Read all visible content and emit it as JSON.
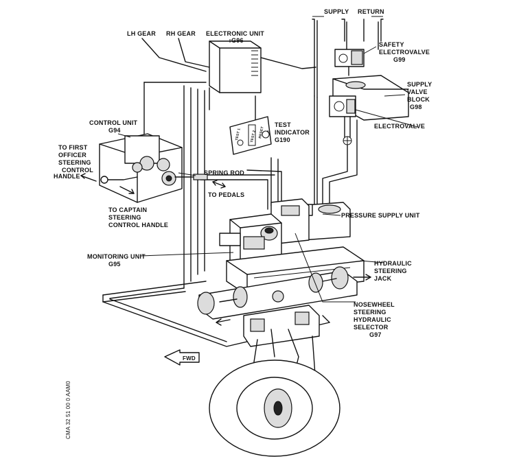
{
  "labels": {
    "supply": "SUPPLY",
    "return": "RETURN",
    "lh_gear": "LH GEAR",
    "rh_gear": "RH GEAR",
    "electronic_unit": "ELECTRONIC UNIT",
    "electronic_unit_id": "G96",
    "safety_1": "SAFETY",
    "safety_2": "ELECTROVALVE",
    "safety_id": "G99",
    "supply_block_1": "SUPPLY",
    "supply_block_2": "VALVE",
    "supply_block_3": "BLOCK",
    "supply_block_id": "G98",
    "electrovalve": "ELECTROVALVE",
    "control_unit": "CONTROL UNIT",
    "control_unit_id": "G94",
    "test_indicator_1": "TEST",
    "test_indicator_2": "INDICATOR",
    "test_indicator_id": "G190",
    "first_officer_1": "TO FIRST",
    "first_officer_2": "OFFICER",
    "first_officer_3": "STEERING",
    "first_officer_4": "CONTROL",
    "first_officer_5": "HANDLE",
    "spring_rod": "SPRING ROD",
    "to_pedals": "TO PEDALS",
    "captain_1": "TO CAPTAIN",
    "captain_2": "STEERING",
    "captain_3": "CONTROL HANDLE",
    "pressure_supply": "PRESSURE SUPPLY UNIT",
    "monitoring_unit": "MONITORING UNIT",
    "monitoring_unit_id": "G95",
    "hydraulic_1": "HYDRAULIC",
    "hydraulic_2": "STEERING",
    "hydraulic_3": "JACK",
    "selector_1": "NOSEWHEEL",
    "selector_2": "STEERING",
    "selector_3": "HYDRAULIC",
    "selector_4": "SELECTOR",
    "selector_id": "G97",
    "fwd": "FWD",
    "panel_test1": "TEST 1",
    "panel_test2": "TEST 2",
    "panel_reset": "RESET",
    "side_ref": "CMA 32 51 00 0 AAM0"
  }
}
